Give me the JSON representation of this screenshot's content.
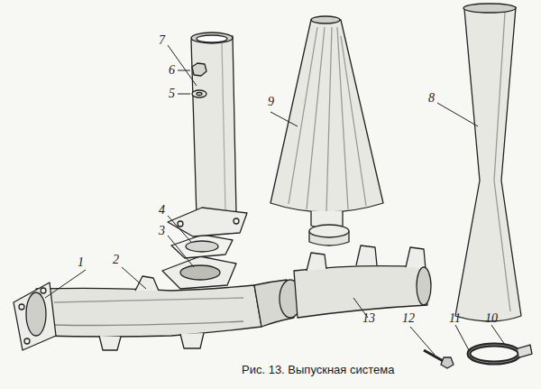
{
  "diagram": {
    "caption": "Рис. 13. Выпускная система",
    "labels": [
      "1",
      "2",
      "3",
      "4",
      "5",
      "6",
      "7",
      "8",
      "9",
      "10",
      "11",
      "12",
      "13"
    ]
  }
}
